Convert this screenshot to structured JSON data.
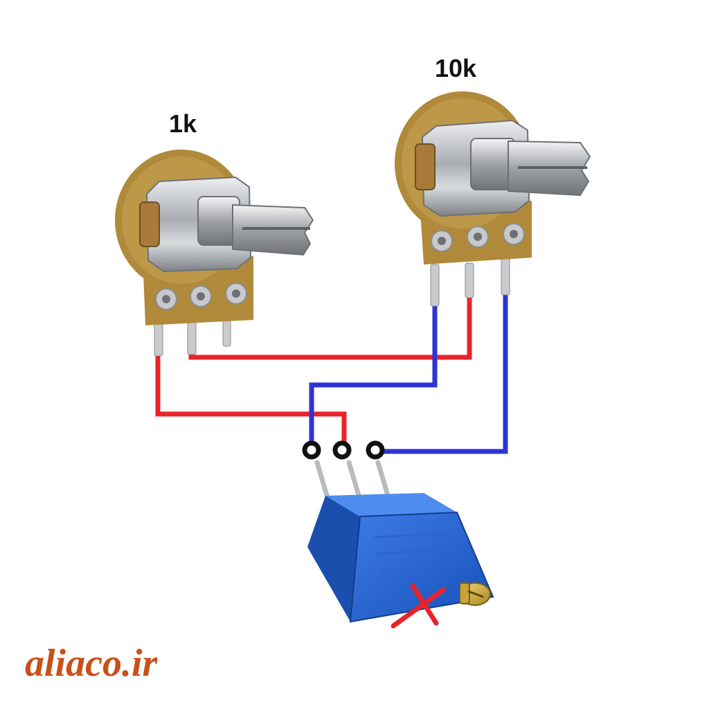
{
  "labels": {
    "pot_small": "1k",
    "pot_large": "10k"
  },
  "watermark": "aliaco.ir",
  "colors": {
    "wire_red": "#e8242a",
    "wire_blue": "#2f33d6",
    "pot_body": "#b08a3a",
    "trimmer_body": "#1f5cc7",
    "cross_mark": "#e8242a",
    "watermark": "#c8501a"
  },
  "components": [
    {
      "id": "pot-1k",
      "type": "rotary-potentiometer",
      "label_ref": "labels.pot_small"
    },
    {
      "id": "pot-10k",
      "type": "rotary-potentiometer",
      "label_ref": "labels.pot_large"
    },
    {
      "id": "trimmer",
      "type": "multiturn-trimmer-potentiometer",
      "marked": "crossed-out"
    }
  ],
  "connections": [
    {
      "color": "red",
      "from": "pot-1k pin 1",
      "to": "trimmer pin 2"
    },
    {
      "color": "red",
      "from": "pot-1k pin 2",
      "to": "pot-10k pin 2"
    },
    {
      "color": "blue",
      "from": "pot-10k pin 1",
      "to": "trimmer pin 1"
    },
    {
      "color": "blue",
      "from": "pot-10k pin 3",
      "to": "trimmer pin 3"
    }
  ]
}
